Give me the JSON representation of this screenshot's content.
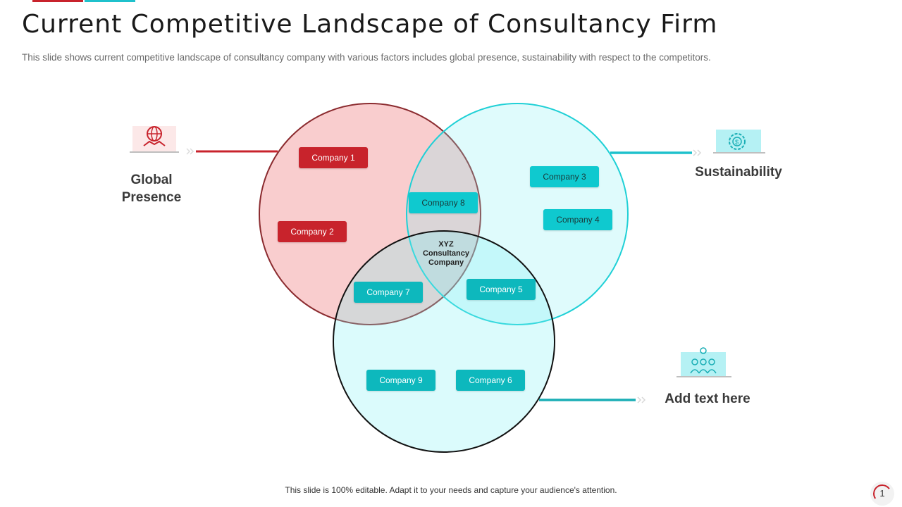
{
  "header": {
    "title": "Current Competitive Landscape of Consultancy Firm",
    "subtitle": "This slide shows current competitive landscape of consultancy company with various factors includes global presence, sustainability with respect to the competitors."
  },
  "diagram": {
    "sets": [
      {
        "label_line1": "Global",
        "label_line2": "Presence",
        "color": "#c8232c"
      },
      {
        "label": "Sustainability",
        "color": "#1fc1cc"
      },
      {
        "label": "Add text here",
        "color": "#1fc1cc"
      }
    ],
    "center_label": {
      "line1": "XYZ",
      "line2": "Consultancy",
      "line3": "Company"
    },
    "companies": [
      "Company 1",
      "Company 2",
      "Company 3",
      "Company 4",
      "Company 5",
      "Company 6",
      "Company 7",
      "Company 8",
      "Company 9"
    ]
  },
  "footer": {
    "note": "This slide is 100% editable. Adapt it to your needs and capture your audience's attention.",
    "page_number": "1"
  },
  "colors": {
    "red": "#c8232c",
    "teal": "#1fc1cc",
    "dark_red": "#8b2b2f"
  }
}
